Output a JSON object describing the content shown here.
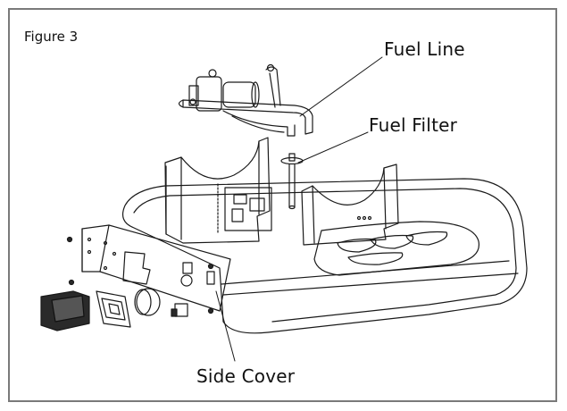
{
  "figure": {
    "label": "Figure 3"
  },
  "callouts": {
    "fuel_line": "Fuel Line",
    "fuel_filter": "Fuel Filter",
    "side_cover": "Side Cover"
  },
  "colors": {
    "line": "#1a1a1a",
    "frame": "#7a7a7a",
    "fill_dark": "#2a2a2a"
  }
}
